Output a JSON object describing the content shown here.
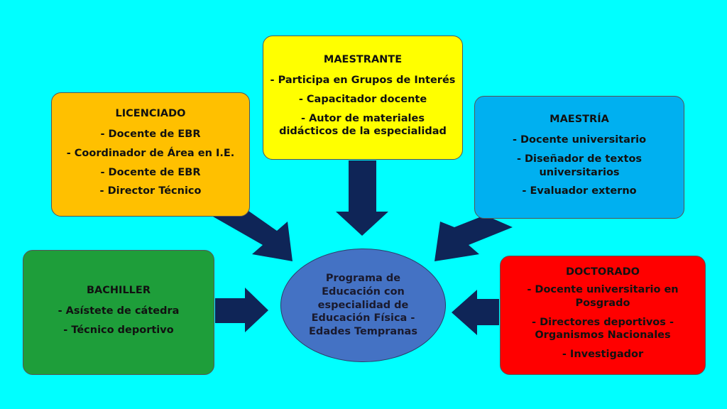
{
  "colors": {
    "background": "#00FFFF",
    "bachiller": "#1E9E3A",
    "licenciado": "#FFC000",
    "maestrante": "#FFFF00",
    "maestria": "#00B0F0",
    "doctorado": "#FF0000",
    "center": "#4472C4",
    "arrow": "#0F2557"
  },
  "center": {
    "text": "Programa de Educación con especialidad de Educación Física - Edades Tempranas"
  },
  "bachiller": {
    "title": "BACHILLER",
    "items": [
      "- Asístete de cátedra",
      "- Técnico deportivo"
    ]
  },
  "licenciado": {
    "title": "LICENCIADO",
    "items": [
      "- Docente de EBR",
      "- Coordinador de Área en I.E.",
      "- Docente de EBR",
      "- Director Técnico"
    ]
  },
  "maestrante": {
    "title": "MAESTRANTE",
    "items": [
      "- Participa en Grupos de Interés",
      "- Capacitador docente",
      "- Autor de materiales didácticos de la especialidad"
    ]
  },
  "maestria": {
    "title": "MAESTRÍA",
    "items": [
      "- Docente universitario",
      "- Diseñador de textos universitarios",
      "- Evaluador externo"
    ]
  },
  "doctorado": {
    "title": "DOCTORADO",
    "items": [
      "- Docente universitario en Posgrado",
      "- Directores deportivos - Organismos Nacionales",
      "- Investigador"
    ]
  }
}
